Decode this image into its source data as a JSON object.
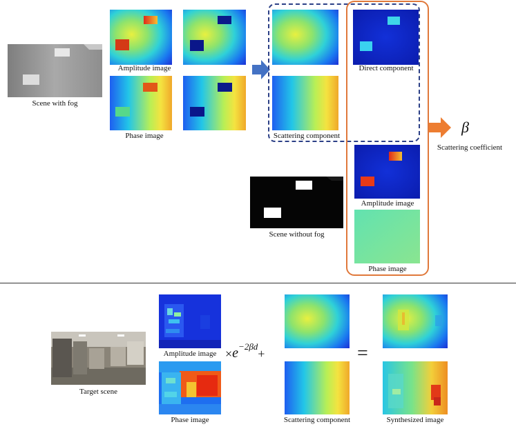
{
  "top": {
    "scene_with_fog": "Scene with fog",
    "amplitude_image": "Amplitude image",
    "phase_image": "Phase image",
    "direct_component": "Direct component",
    "scattering_component": "Scattering component",
    "scene_without_fog": "Scene without fog",
    "amplitude_image_2": "Amplitude image",
    "phase_image_2": "Phase image",
    "beta_symbol": "β",
    "scattering_coefficient": "Scattering coefficient"
  },
  "bottom": {
    "target_scene": "Target scene",
    "amplitude_image": "Amplitude image",
    "phase_image": "Phase image",
    "times_sign": "×",
    "exp_base": "e",
    "exp_power": "−2βd",
    "plus_sign": "+",
    "equals_sign": "=",
    "scattering_component": "Scattering component",
    "synthesized_image": "Synthesized image"
  },
  "colors": {
    "dashed_box": "#2b3f86",
    "orange_box": "#e0783a",
    "blue_arrow": "#4472c4",
    "orange_arrow": "#ed7d31"
  }
}
